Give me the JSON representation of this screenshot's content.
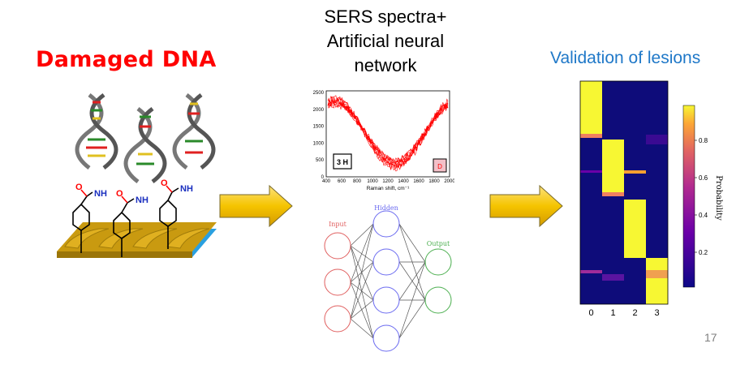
{
  "slide": {
    "left_title": "Damaged DNA",
    "middle_title_lines": [
      "SERS spectra+",
      "Artificial neural",
      "network"
    ],
    "right_title": "Validation of lesions",
    "page_number": "17"
  },
  "chem": {
    "amide_label": "NH",
    "oxygen_label": "O"
  },
  "spectrum": {
    "badge_left": "3 H",
    "badge_right": "D",
    "xlabel": "Raman shift, cm⁻¹",
    "xticks": [
      "400",
      "600",
      "800",
      "1000",
      "1200",
      "1400",
      "1600",
      "1800",
      "2000"
    ],
    "yticks": [
      "2500",
      "2000",
      "1500",
      "1000",
      "500",
      "0"
    ],
    "line_color": "#ff0000"
  },
  "network": {
    "input_label": "Input",
    "hidden_label": "Hidden",
    "output_label": "Output",
    "input_color": "#e06060",
    "hidden_color": "#6a6af0",
    "output_color": "#4caf50"
  },
  "heatmap": {
    "xticks": [
      "0",
      "1",
      "2",
      "3"
    ],
    "colorbar_ticks": [
      "0.8",
      "0.6",
      "0.4",
      "0.2"
    ],
    "colorbar_label": "Probability",
    "colors": {
      "high": "#f7f733",
      "low": "#0e0c7a"
    }
  },
  "colors": {
    "arrow_fill": "#f5c400",
    "arrow_stroke": "#7a6a2a"
  }
}
